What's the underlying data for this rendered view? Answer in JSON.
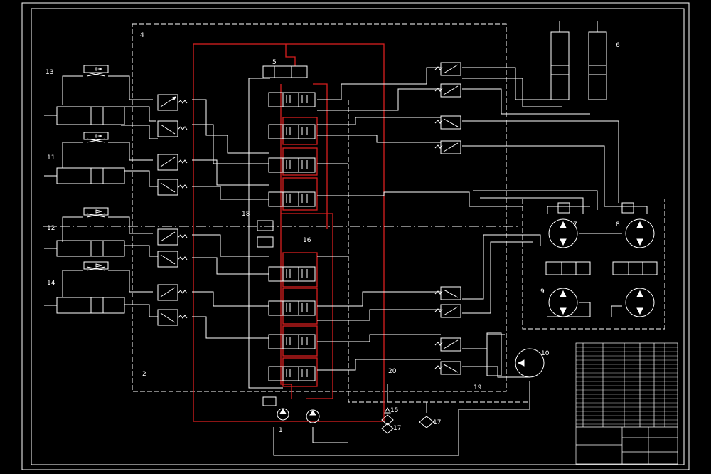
{
  "component_labels": {
    "c1": "1",
    "c2": "2",
    "c4": "4",
    "c5": "5",
    "c6": "6",
    "c7": "7",
    "c8": "8",
    "c9": "9",
    "c10": "10",
    "c11": "11",
    "c12": "12",
    "c13": "13",
    "c14": "14",
    "c15": "15",
    "c16": "16",
    "c17a": "17",
    "c17b": "17",
    "c18": "18",
    "c19": "19",
    "c20": "20"
  },
  "colors": {
    "background": "#000000",
    "line": "#ffffff",
    "pressure_line": "#d81e1e"
  }
}
